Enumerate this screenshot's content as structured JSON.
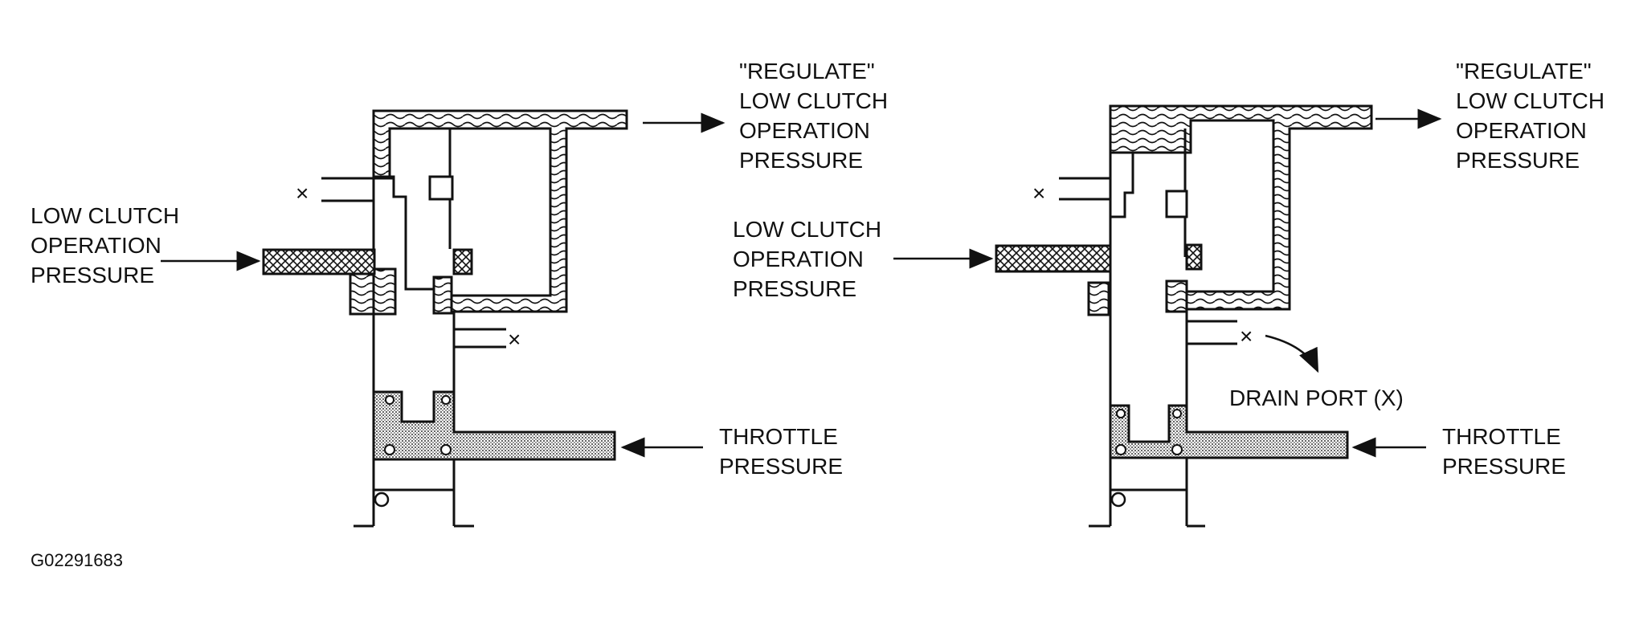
{
  "left_view": {
    "regulate_label": [
      "\"REGULATE\"",
      "LOW CLUTCH",
      "OPERATION",
      "PRESSURE"
    ],
    "input_label": [
      "LOW CLUTCH",
      "OPERATION",
      "PRESSURE"
    ],
    "throttle_label": [
      "THROTTLE",
      "PRESSURE"
    ]
  },
  "right_view": {
    "regulate_label": [
      "\"REGULATE\"",
      "LOW CLUTCH",
      "OPERATION",
      "PRESSURE"
    ],
    "input_label": [
      "LOW CLUTCH",
      "OPERATION",
      "PRESSURE"
    ],
    "throttle_label": [
      "THROTTLE",
      "PRESSURE"
    ],
    "drain_label": "DRAIN PORT (X)"
  },
  "markers": {
    "drain_symbol": "×"
  },
  "figure_code": "G02291683"
}
